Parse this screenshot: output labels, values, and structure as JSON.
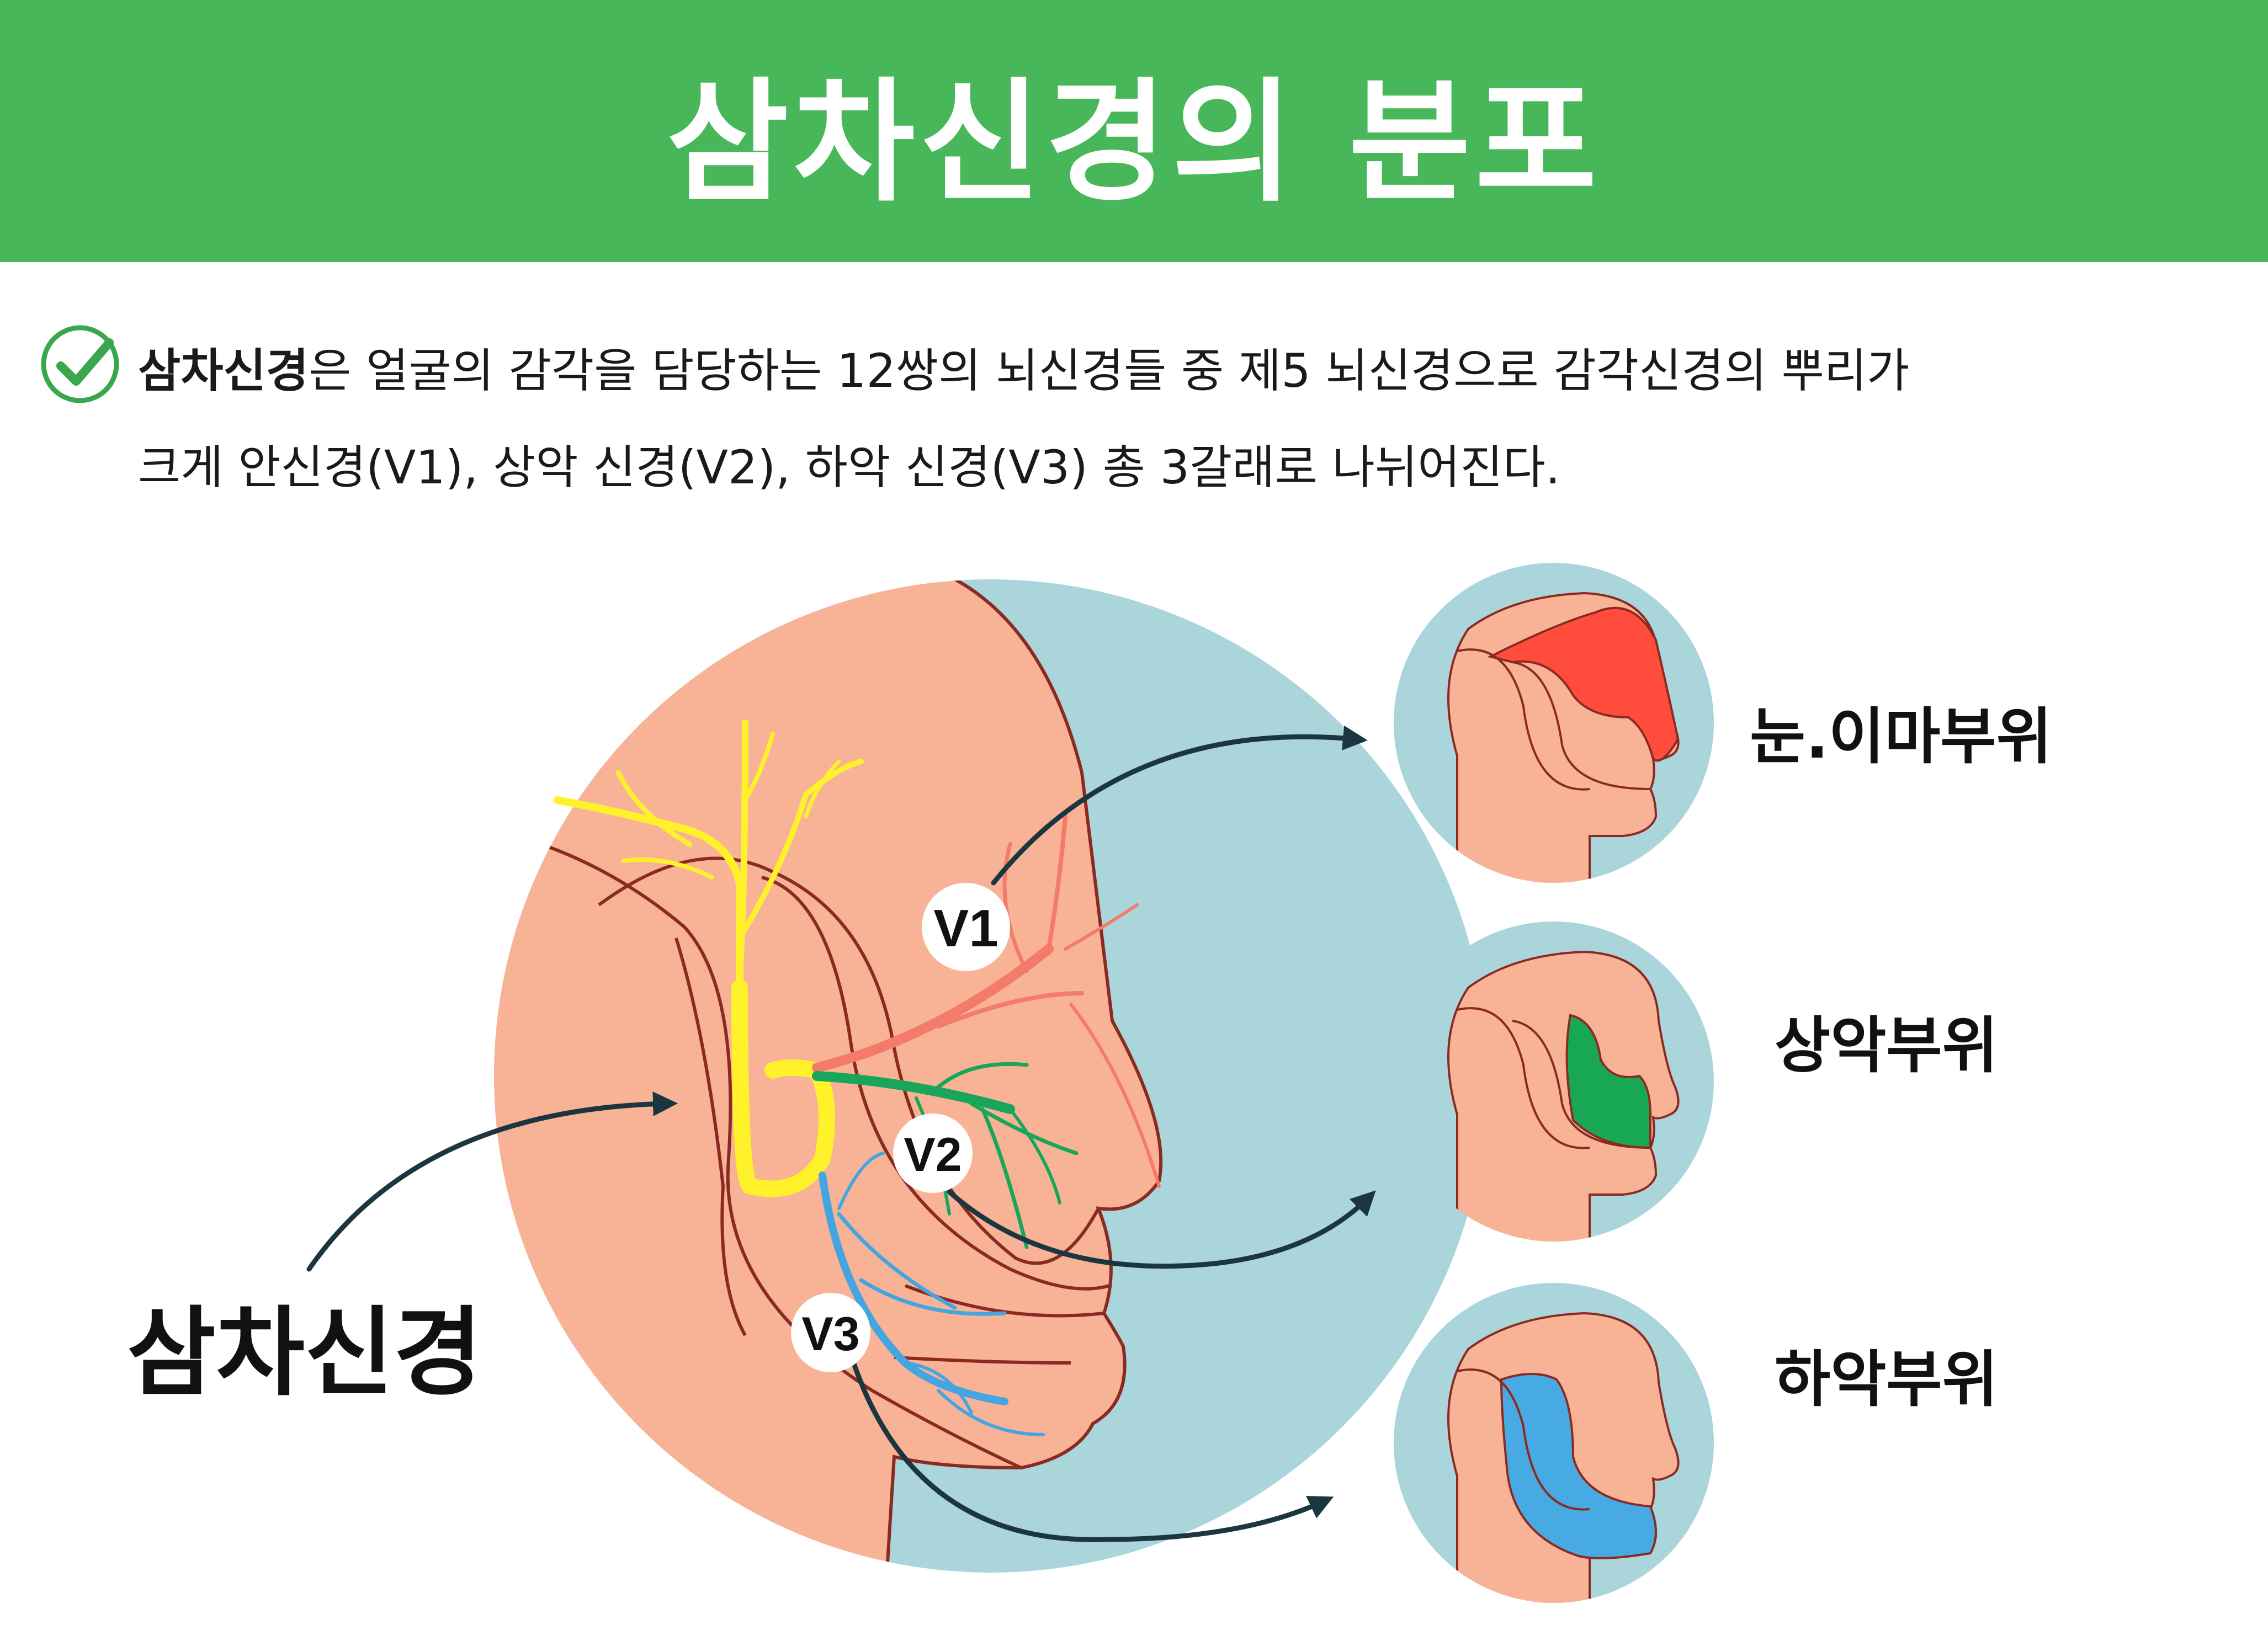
{
  "header": {
    "title": "삼차신경의 분포"
  },
  "intro": {
    "lead": "삼차신경",
    "text_line1": "은 얼굴의 감각을 담당하는 12쌍의 뇌신경들 중 제5 뇌신경으로 감각신경의 뿌리가",
    "text_line2": "크게 안신경(V1), 상악 신경(V2), 하악 신경(V3) 총 3갈래로 나뉘어진다."
  },
  "main": {
    "label": "삼차신경",
    "branches": [
      {
        "id": "V1",
        "label": "V1",
        "color": "#f47a6a"
      },
      {
        "id": "V2",
        "label": "V2",
        "color": "#1aa65a"
      },
      {
        "id": "V3",
        "label": "V3",
        "color": "#45a5e0"
      }
    ]
  },
  "zones": [
    {
      "label": "눈.이마부위",
      "color": "#ff4c3c"
    },
    {
      "label": "상악부위",
      "color": "#18a854"
    },
    {
      "label": "하악부위",
      "color": "#47aae2"
    }
  ],
  "colors": {
    "header_bg": "#47b75a",
    "circle_bg": "#a9d5db",
    "skin": "#f8b396",
    "outline": "#8a2a22",
    "root_nerve": "#fff12a",
    "arrow": "#1c3640"
  }
}
